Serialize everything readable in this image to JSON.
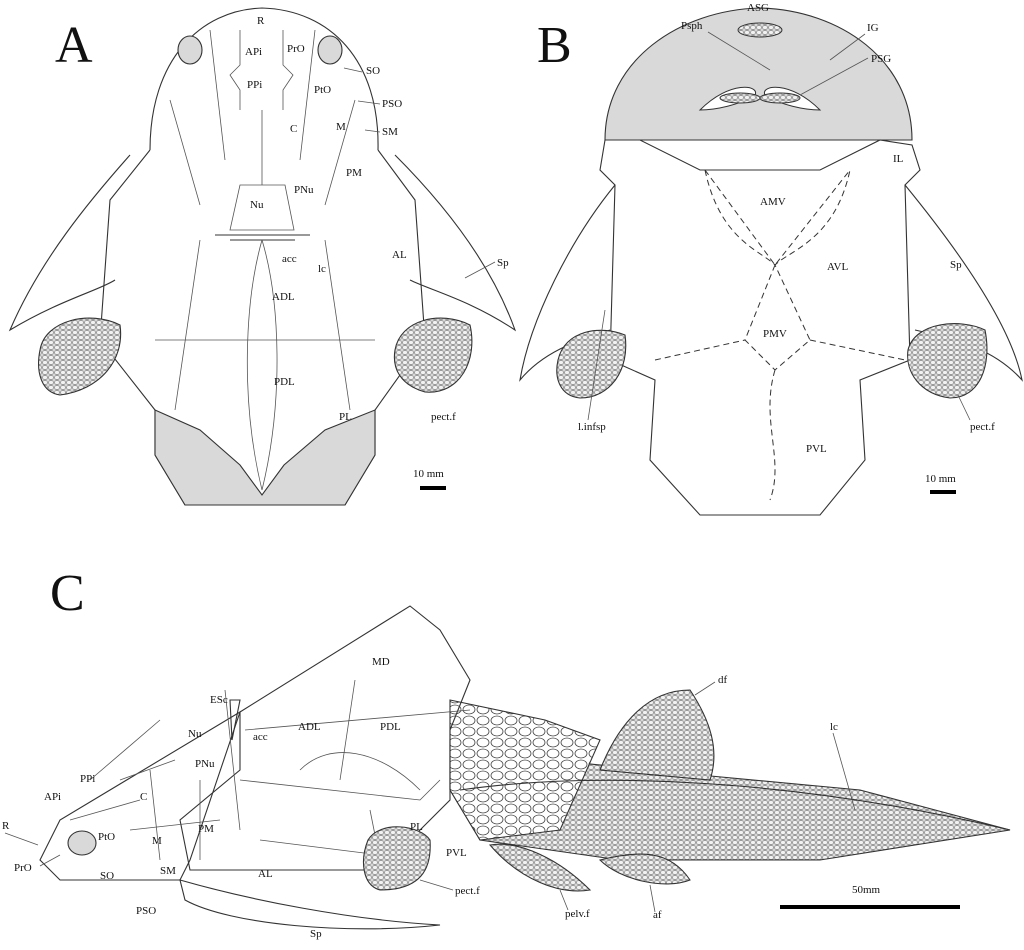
{
  "panels": {
    "A": {
      "letter": "A",
      "labels": {
        "R": "R",
        "APi": "APi",
        "PrO": "PrO",
        "PPi": "PPi",
        "SO": "SO",
        "PtO": "PtO",
        "PSO": "PSO",
        "C": "C",
        "M": "M",
        "SM": "SM",
        "PM": "PM",
        "PNu": "PNu",
        "Nu": "Nu",
        "acc": "acc",
        "lc": "lc",
        "ADL": "ADL",
        "AL": "AL",
        "Sp": "Sp",
        "PDL": "PDL",
        "PL": "PL",
        "pectf": "pect.f"
      },
      "scale": "10 mm"
    },
    "B": {
      "letter": "B",
      "labels": {
        "ASG": "ASG",
        "Psph": "Psph",
        "IG": "IG",
        "PSG": "PSG",
        "IL": "IL",
        "AMV": "AMV",
        "AVL": "AVL",
        "Sp": "Sp",
        "PMV": "PMV",
        "linfsp": "l.infsp",
        "PVL": "PVL",
        "pectf": "pect.f"
      },
      "scale": "10 mm"
    },
    "C": {
      "letter": "C",
      "labels": {
        "MD": "MD",
        "ESc": "ESc",
        "Nu": "Nu",
        "ADL": "ADL",
        "PDL": "PDL",
        "acc": "acc",
        "PNu": "PNu",
        "PPi": "PPi",
        "APi": "APi",
        "C": "C",
        "R": "R",
        "PtO": "PtO",
        "PM": "PM",
        "M": "M",
        "PL": "PL",
        "PrO": "PrO",
        "SO": "SO",
        "SM": "SM",
        "PSO": "PSO",
        "AL": "AL",
        "PVL": "PVL",
        "Sp": "Sp",
        "pectf": "pect.f",
        "pelvf": "pelv.f",
        "af": "af",
        "df": "df",
        "lc": "lc"
      },
      "scale": "50mm"
    }
  }
}
